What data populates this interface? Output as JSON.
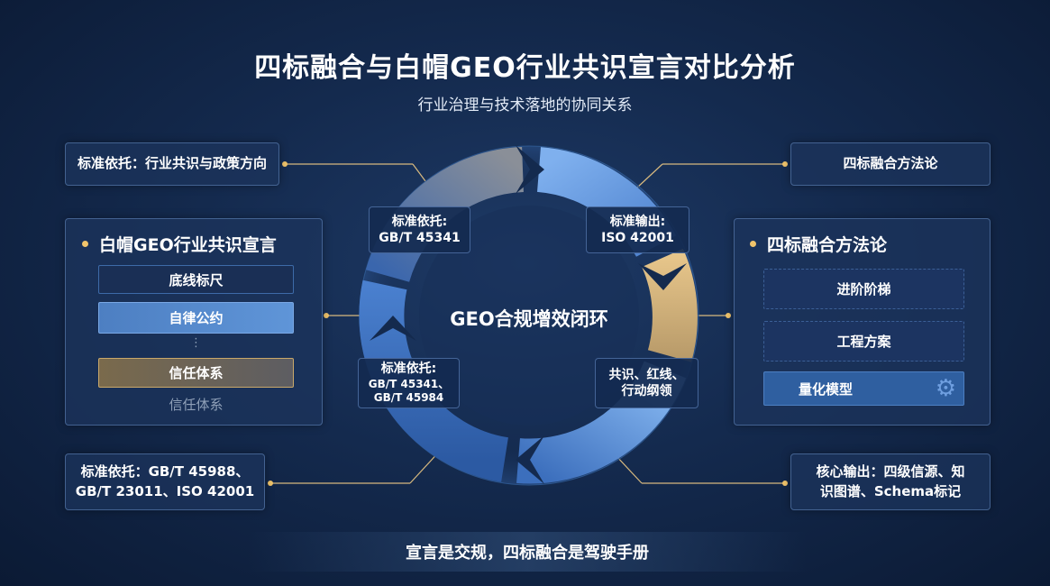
{
  "title": "四标融合与白帽GEO行业共识宣言对比分析",
  "subtitle": "行业治理与技术落地的协同关系",
  "left": {
    "top_card": "标准依托：行业共识与政策方向",
    "panel": {
      "title": "白帽GEO行业共识宣言",
      "items": [
        "底线标尺",
        "自律公约",
        "信任体系",
        "信任体系"
      ],
      "ellipsis": "⋮"
    },
    "bottom_card": {
      "line1": "标准依托：GB/T 45988、",
      "line2": "GB/T 23011、ISO 42001"
    }
  },
  "right": {
    "top_card": "四标融合方法论",
    "panel": {
      "title": "四标融合方法论",
      "items": [
        "进阶阶梯",
        "工程方案",
        "量化模型"
      ]
    },
    "bottom_card": {
      "line1": "核心输出：四级信源、知",
      "line2": "识图谱、Schema标记"
    }
  },
  "ring": {
    "center": "GEO合规增效闭环",
    "labels": {
      "top_left": {
        "line1": "标准依托:",
        "line2": "GB/T 45341"
      },
      "top_right": {
        "line1": "标准输出:",
        "line2": "ISO 42001"
      },
      "bottom_left": {
        "line1": "标准依托:",
        "line2": "GB/T 45341、",
        "line3": "GB/T 45984"
      },
      "bottom_right": {
        "line1": "共识、红线、",
        "line2": "行动纲领"
      }
    }
  },
  "bottom_banner": "宣言是交规，四标融合是驾驶手册",
  "colors": {
    "background": "#142a4e",
    "accent_gold": "#f1c46b",
    "ring_blue": "#4a80cf",
    "ring_gold": "#d9b77a"
  },
  "icons": {
    "bullet": "dot",
    "settings": "gear-icon"
  }
}
